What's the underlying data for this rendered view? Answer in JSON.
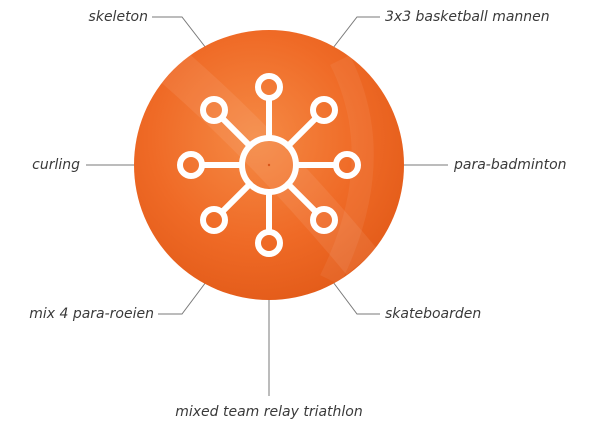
{
  "colors": {
    "circle_base": "#ef6a26",
    "circle_light": "#f58a45",
    "circle_dark": "#e25a18",
    "icon": "#ffffff",
    "connector": "#7a7a7a",
    "text": "#3a3a3a"
  },
  "center_icon": "network-hub-icon",
  "labels": {
    "top_left": "skeleton",
    "top_right": "3x3 basketball mannen",
    "middle_left": "curling",
    "middle_right": "para-badminton",
    "bottom_left": "mix 4 para-roeien",
    "bottom_right": "skateboarden",
    "bottom_center": "mixed team relay triathlon"
  }
}
